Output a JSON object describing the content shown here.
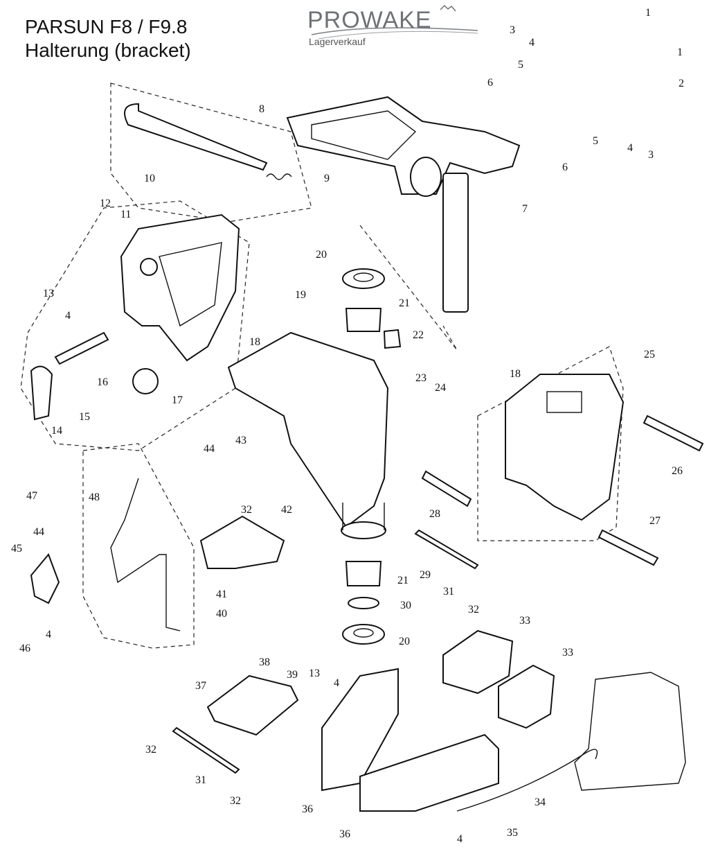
{
  "title": {
    "line1": "PARSUN F8 / F9.8",
    "line2": "Halterung (bracket)"
  },
  "logo": {
    "brand": "PROWAKE",
    "subtitle": "Lagerverkauf"
  },
  "part_labels": [
    "1",
    "1",
    "2",
    "3",
    "3",
    "4",
    "4",
    "4",
    "4",
    "4",
    "4",
    "5",
    "5",
    "6",
    "6",
    "7",
    "8",
    "9",
    "10",
    "11",
    "12",
    "13",
    "13",
    "14",
    "15",
    "16",
    "17",
    "18",
    "18",
    "19",
    "20",
    "20",
    "21",
    "21",
    "22",
    "23",
    "24",
    "25",
    "26",
    "27",
    "28",
    "29",
    "30",
    "31",
    "31",
    "32",
    "32",
    "32",
    "32",
    "33",
    "33",
    "34",
    "35",
    "36",
    "36",
    "37",
    "38",
    "39",
    "40",
    "41",
    "42",
    "43",
    "44",
    "44",
    "45",
    "46",
    "47",
    "48"
  ]
}
